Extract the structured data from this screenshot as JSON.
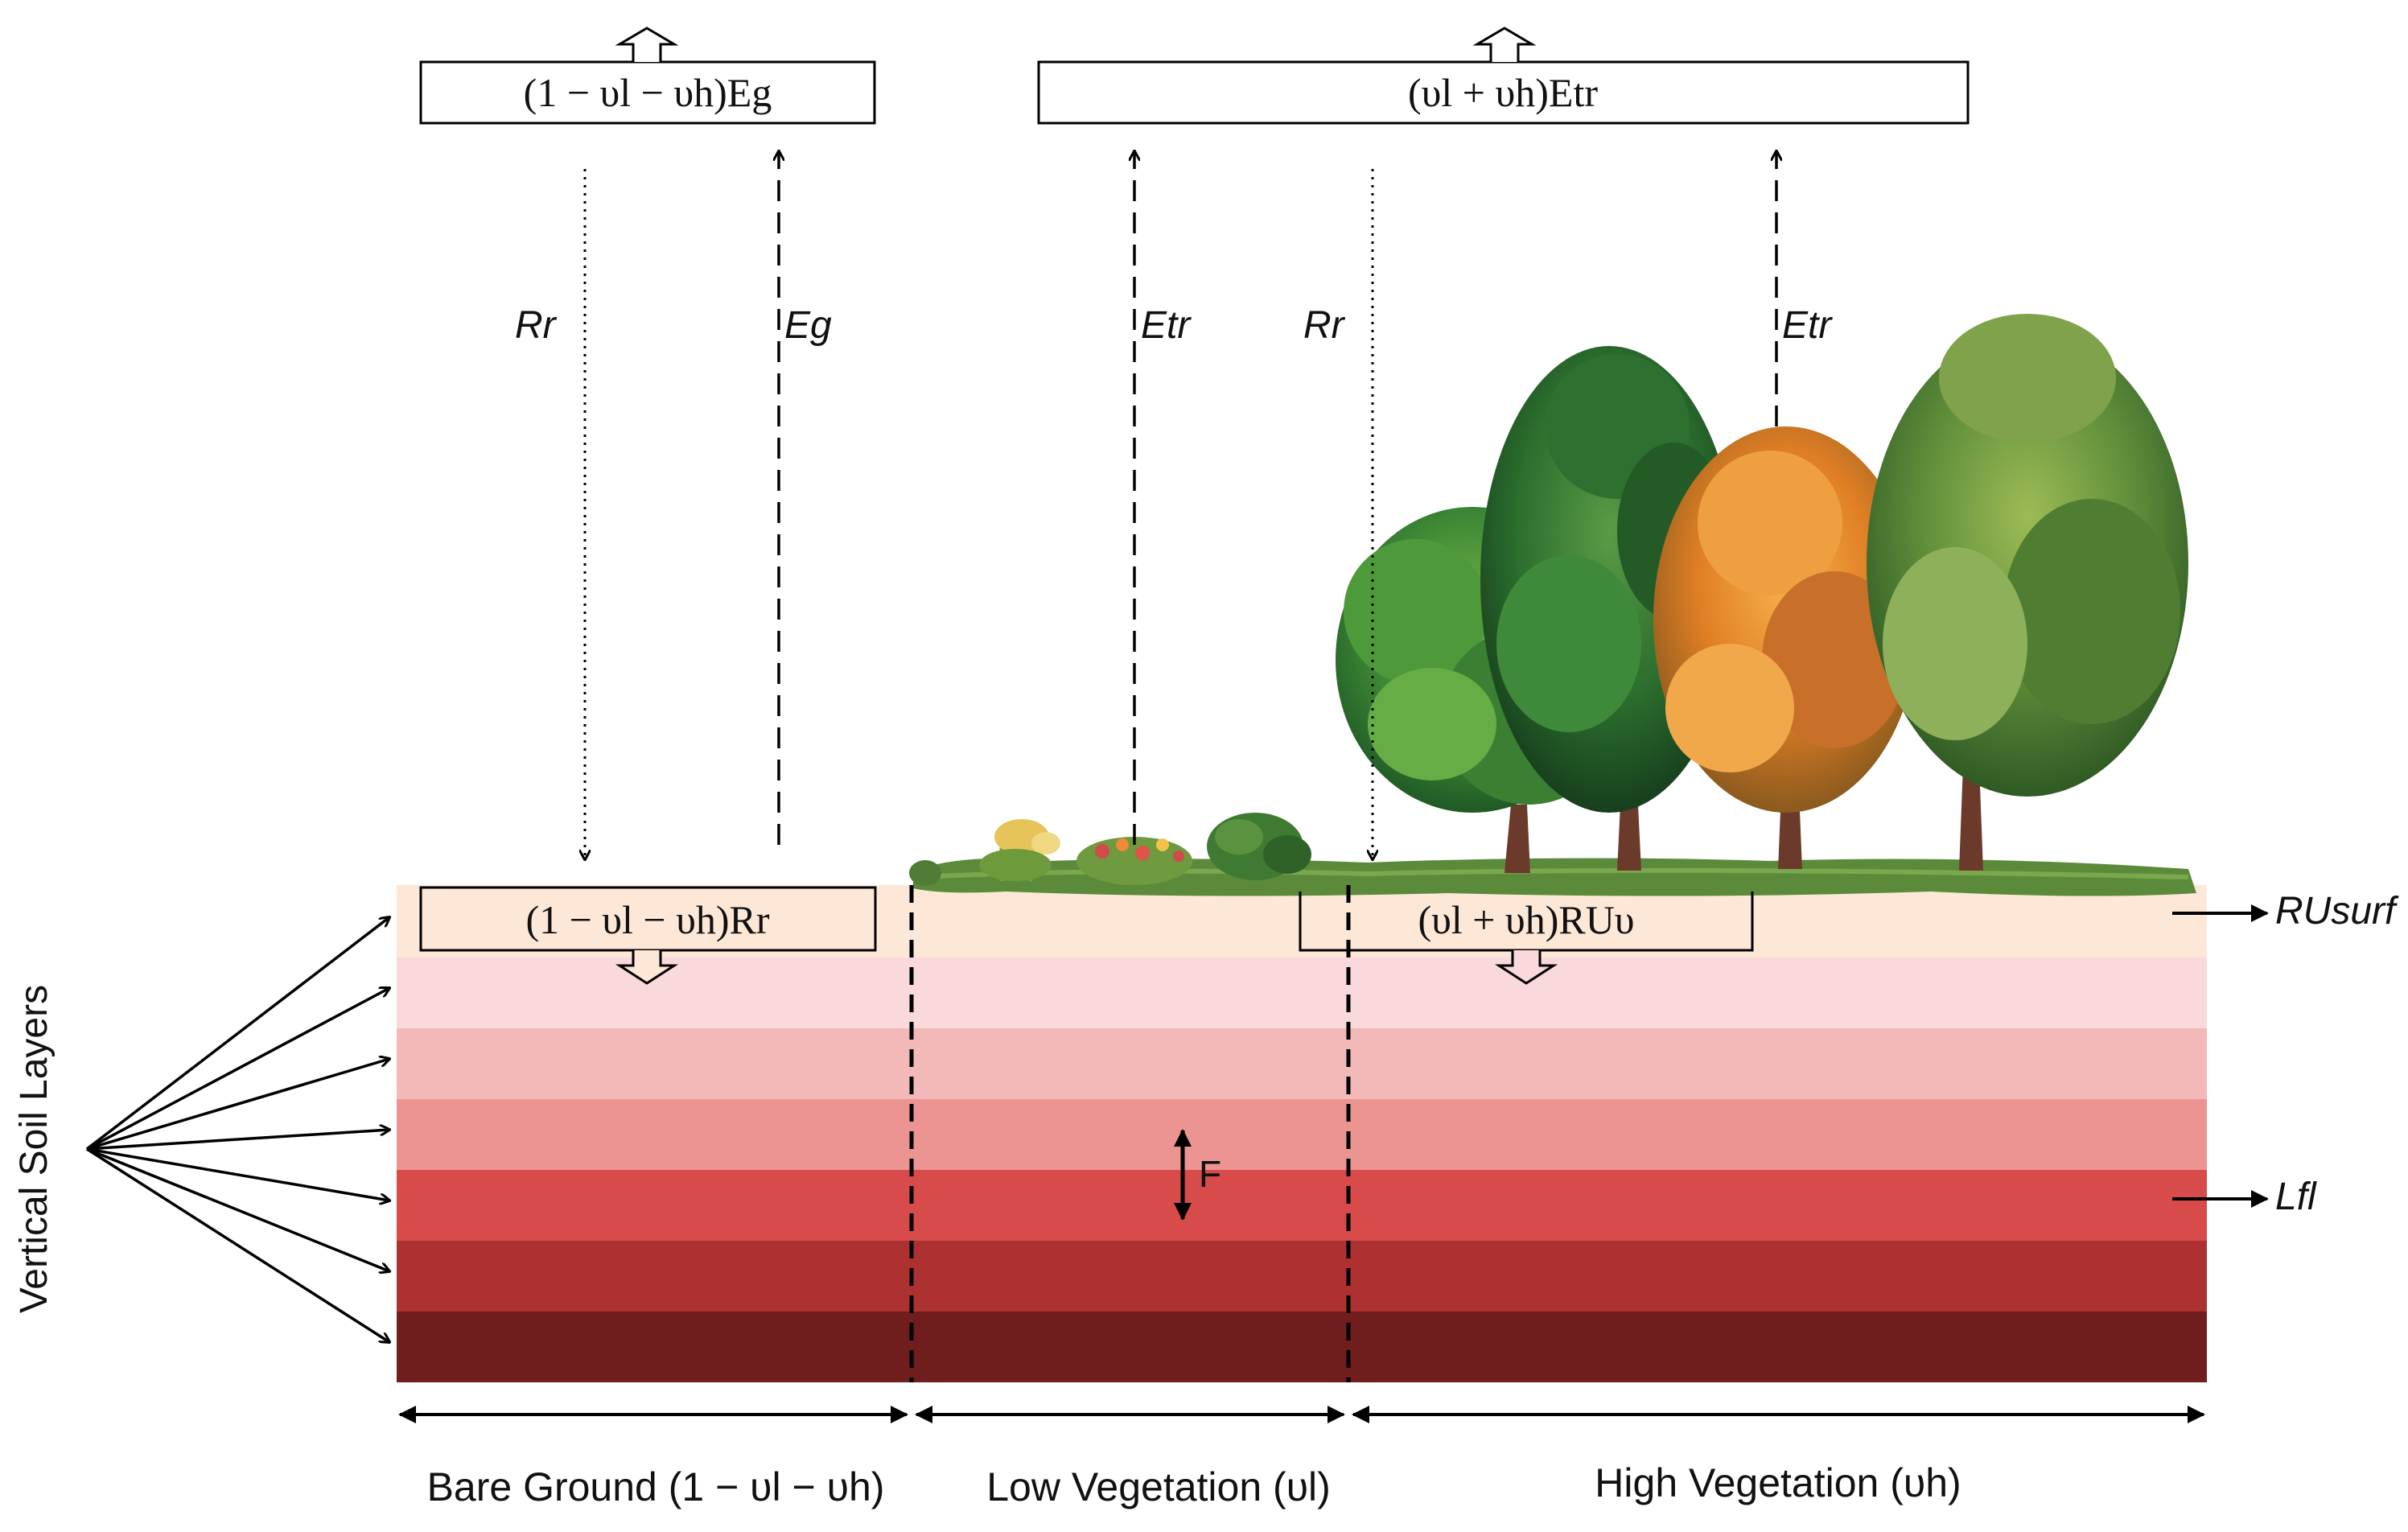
{
  "boxes": {
    "bare_top": "(1 − υl − υh)Eg",
    "veg_top": "(υl + υh)Etr",
    "bare_runoff": "(1 − υl − υh)Rr",
    "veg_runoff": "(υl + υh)RUυ"
  },
  "fluxes": {
    "rain_bare": "Rr",
    "evap_bare": "Eg",
    "trans_low": "Etr",
    "rain_veg": "Rr",
    "trans_high": "Etr"
  },
  "side": {
    "surface_runoff": "RUsurf",
    "lateral_flow": "Lfl",
    "percolation": "F",
    "soil_layers_label": "Vertical Soil Layers"
  },
  "zones": {
    "bare": "Bare Ground (1 − υl − υh)",
    "low": "Low Vegetation (υl)",
    "high": "High Vegetation (υh)"
  },
  "soil_layer_colors": [
    "#fde8d8",
    "#f9d9dc",
    "#f3b9b9",
    "#ec9492",
    "#d84b4b",
    "#ad3131",
    "#6f1d1d"
  ]
}
